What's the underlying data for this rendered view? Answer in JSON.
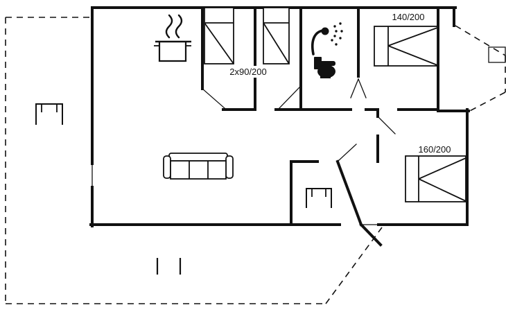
{
  "page": {
    "title": "Holiday home floor plan"
  },
  "colors": {
    "wall": "#111111",
    "background": "#ffffff"
  },
  "labels": {
    "bed_single_pair": "2x90/200",
    "bed_double_top": "140/200",
    "bed_double_right": "160/200"
  },
  "icons": {
    "stove": "pot-with-steam-icon",
    "shower": "shower-head-spray-icon",
    "toilet": "toilet-silhouette-icon",
    "sofa": "three-seat-sofa-icon",
    "table_terrace": "open-table-icon",
    "table_hall": "open-table-icon",
    "terrace_marks": "bench-mark-lines",
    "bay_window": "window-rect"
  }
}
